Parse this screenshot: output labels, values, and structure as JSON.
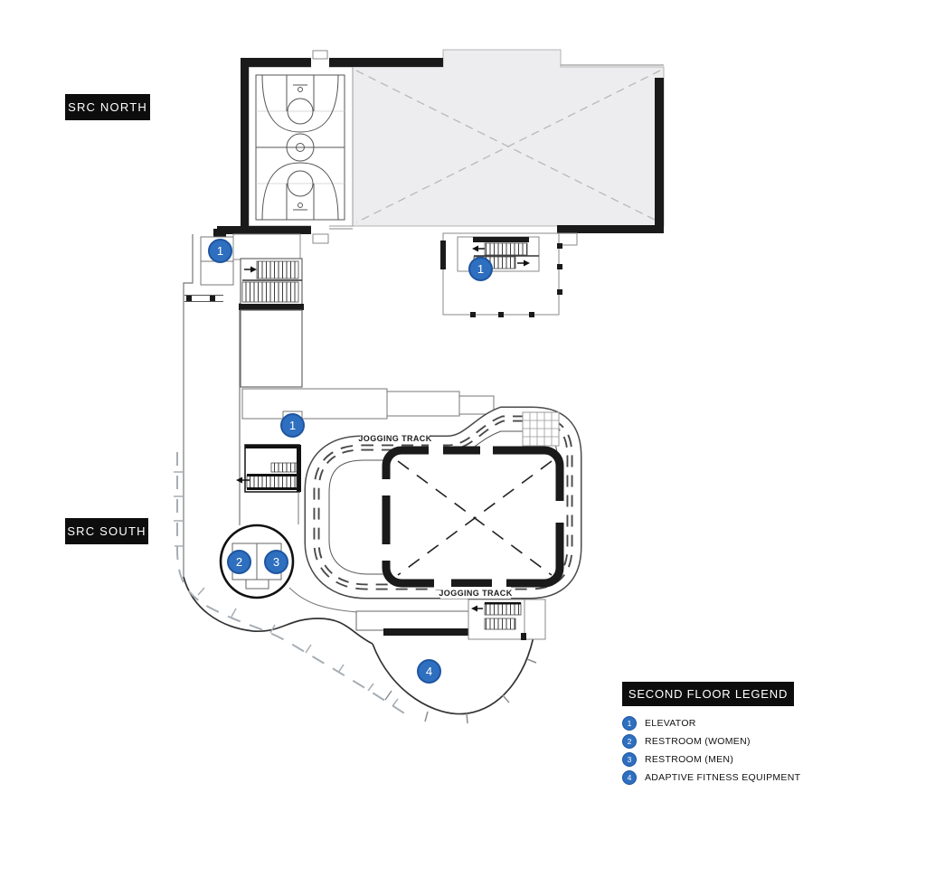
{
  "plan": {
    "north_label": "SRC NORTH",
    "south_label": "SRC SOUTH",
    "track_label": "JOGGING TRACK"
  },
  "markers": {
    "elevator_a": "1",
    "elevator_b": "1",
    "elevator_c": "1",
    "restroom_women": "2",
    "restroom_men": "3",
    "adaptive_fitness": "4"
  },
  "legend": {
    "title": "SECOND FLOOR LEGEND",
    "items": [
      {
        "num": "1",
        "label": "ELEVATOR"
      },
      {
        "num": "2",
        "label": "RESTROOM (WOMEN)"
      },
      {
        "num": "3",
        "label": "RESTROOM (MEN)"
      },
      {
        "num": "4",
        "label": "ADAPTIVE FITNESS EQUIPMENT"
      }
    ]
  },
  "colors": {
    "marker_blue": "#2e6fbf",
    "marker_border": "#1f55a0",
    "wall_black": "#1a1a1a",
    "open_area_gray": "#ededef",
    "line_gray": "#8a8a8a",
    "canopy_gray": "#a6adb3",
    "label_bg": "#0d0d0d"
  }
}
